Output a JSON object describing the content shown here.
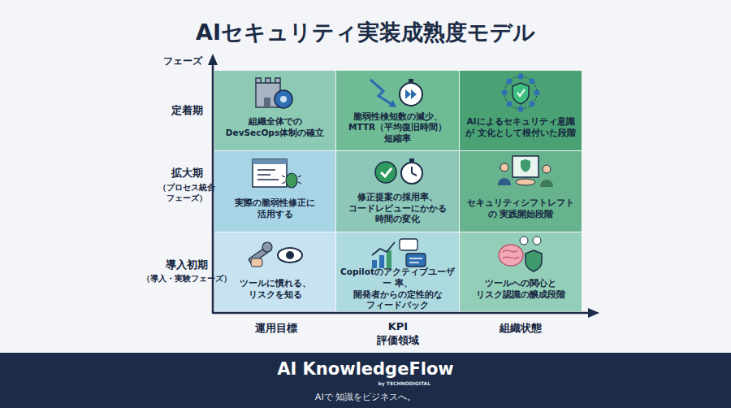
{
  "diagram": {
    "title": "AIセキュリティ実装成熟度モデル",
    "nodes": [
      {
        "text": [
          "組織全体での DevSecOps体制の確立"
        ]
      },
      {
        "text": [
          "脆弱性検知数の減少、 MTTR（平均復旧時間）短縮率"
        ]
      },
      {
        "text": [
          "AIによるセキュリティ意識が 文化として根付いた段階"
        ]
      },
      {
        "text": [
          "実際の脆弱性修正に 活用する"
        ]
      },
      {
        "text": [
          "修正提案の採用率、 コードレビューにかかる 時間の変化"
        ]
      },
      {
        "text": [
          "セキュリティシフトレフトの 実践開始段階"
        ]
      },
      {
        "text": [
          "ツールに慣れる、 リスクを知る"
        ]
      },
      {
        "text": [
          "Copilotのアクティブユーザー 率、開発者からの定性的な フィードバック"
        ]
      },
      {
        "text": [
          "ツールへの関心と リスク認識の醸成段階"
        ]
      },
      {
        "text": [
          "AI KnowledgeFlow",
          "by TECHNODIGITAL",
          "AIで 知識をビジネスへ。"
        ]
      }
    ],
    "labels": [
      "フェーズ",
      "定着期",
      "拡大期",
      "（プロセス統合 フェーズ）",
      "導入初期",
      "（導入・実験フェーズ）",
      "運用目標",
      "KPI",
      "評価領域",
      "組織状態"
    ]
  }
}
